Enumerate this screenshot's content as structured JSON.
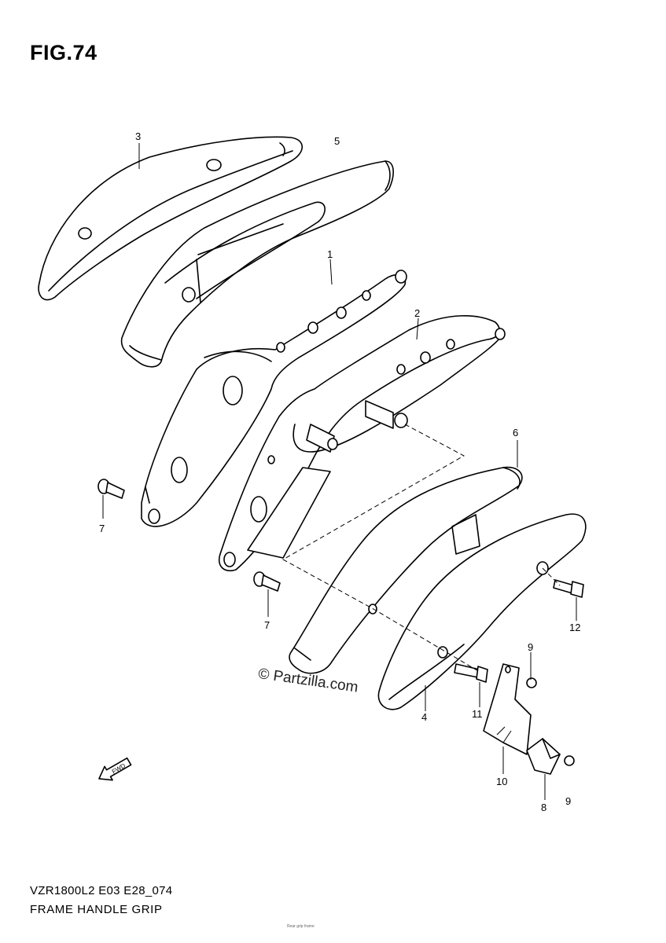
{
  "figure": {
    "title": "FIG.74"
  },
  "footer": {
    "model_code": "VZR1800L2 E03 E28_074",
    "part_name": "FRAME HANDLE GRIP"
  },
  "watermark": {
    "text": "© Partzilla.com"
  },
  "fine_print": "Rear grip frame",
  "direction_arrow": {
    "label": "FWD"
  },
  "callouts": {
    "c1": "1",
    "c2": "2",
    "c3": "3",
    "c4": "4",
    "c5": "5",
    "c6": "6",
    "c7a": "7",
    "c7b": "7",
    "c8": "8",
    "c9a": "9",
    "c9b": "9",
    "c10": "10",
    "c11": "11",
    "c12": "12"
  }
}
